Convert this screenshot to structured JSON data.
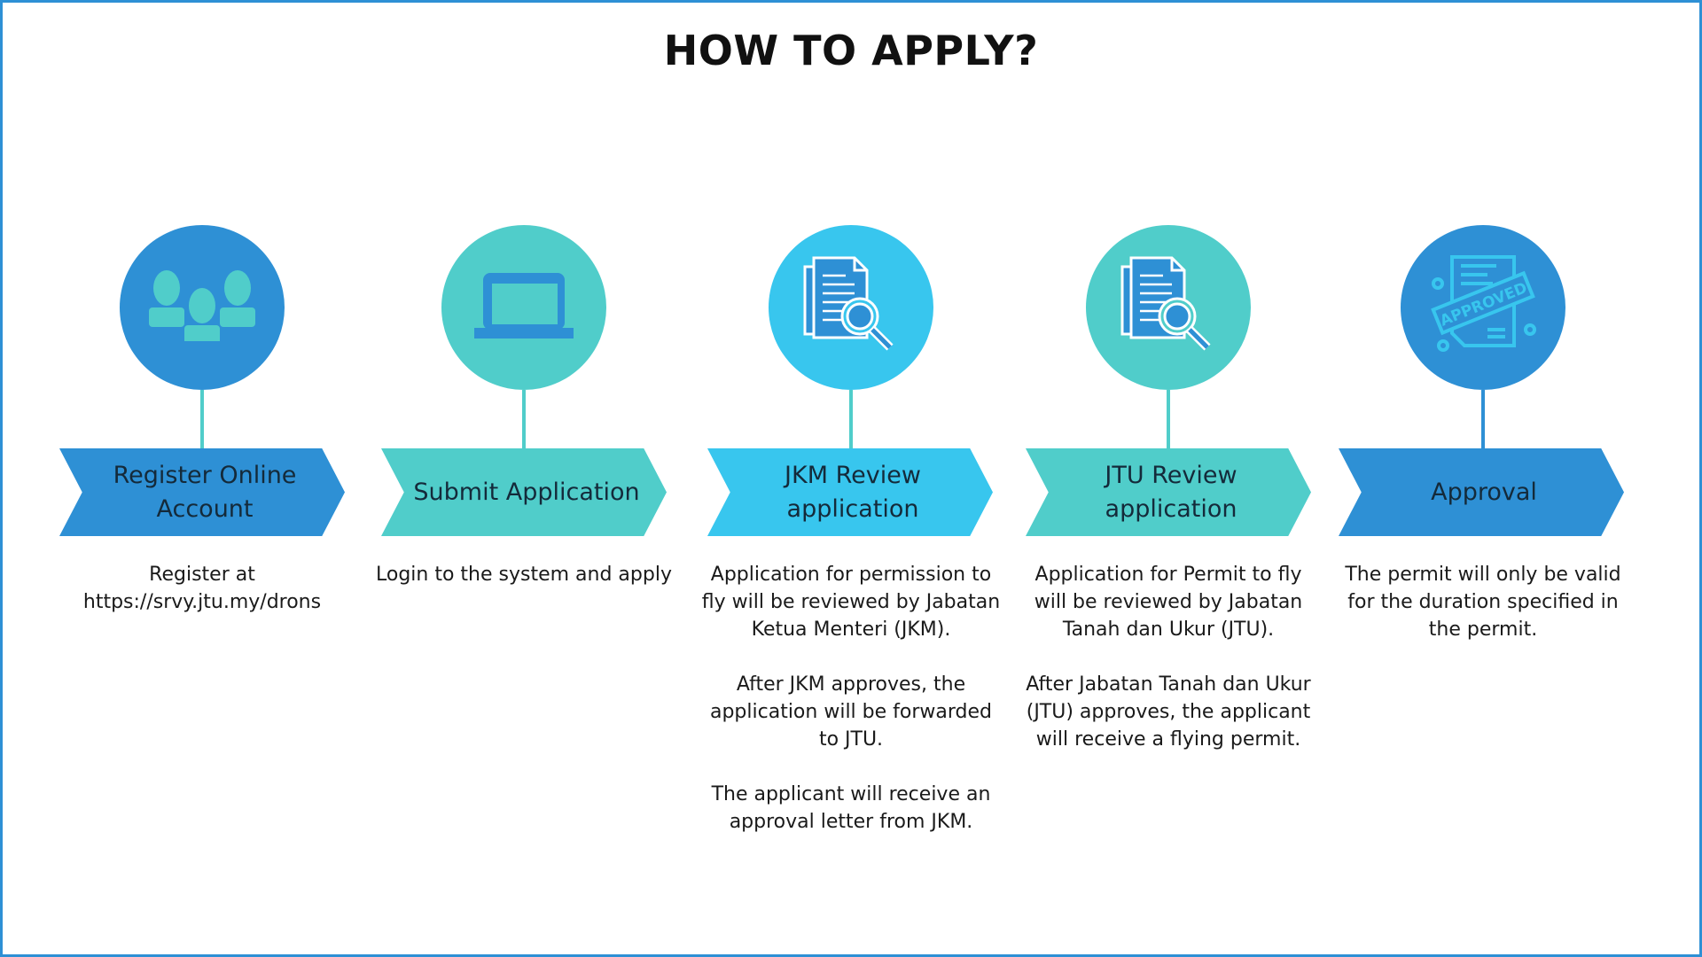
{
  "title": "HOW TO APPLY?",
  "colors": {
    "blue": "#2e90d5",
    "teal": "#50cdca",
    "cyan": "#38c6ee",
    "border": "#2e90d5"
  },
  "steps": [
    {
      "label": "Register Online Account",
      "icon": "users-icon",
      "color": "#2e90d5",
      "line": "#50cdca",
      "paragraphs": [
        "Register at https://srvy.jtu.my/drons"
      ]
    },
    {
      "label": "Submit Application",
      "icon": "laptop-icon",
      "color": "#50cdca",
      "line": "#50cdca",
      "paragraphs": [
        "Login to the system and apply"
      ]
    },
    {
      "label": "JKM Review application",
      "icon": "document-search-icon",
      "color": "#38c6ee",
      "line": "#50cdca",
      "paragraphs": [
        "Application for permission to fly will be reviewed by Jabatan Ketua Menteri (JKM).",
        "After JKM  approves, the application will be forwarded to JTU.",
        "The applicant will receive an approval letter from JKM."
      ]
    },
    {
      "label": "JTU Review application",
      "icon": "document-search-icon",
      "color": "#50cdca",
      "line": "#50cdca",
      "paragraphs": [
        "Application for Permit to fly will be reviewed by Jabatan Tanah dan Ukur (JTU).",
        "After Jabatan Tanah dan Ukur (JTU) approves, the applicant will receive a flying permit."
      ]
    },
    {
      "label": "Approval",
      "icon": "approved-document-icon",
      "icon_text": "APPROVED",
      "color": "#2e90d5",
      "line": "#2e90d5",
      "paragraphs": [
        "The permit will only be valid for the duration specified in the permit."
      ]
    }
  ]
}
